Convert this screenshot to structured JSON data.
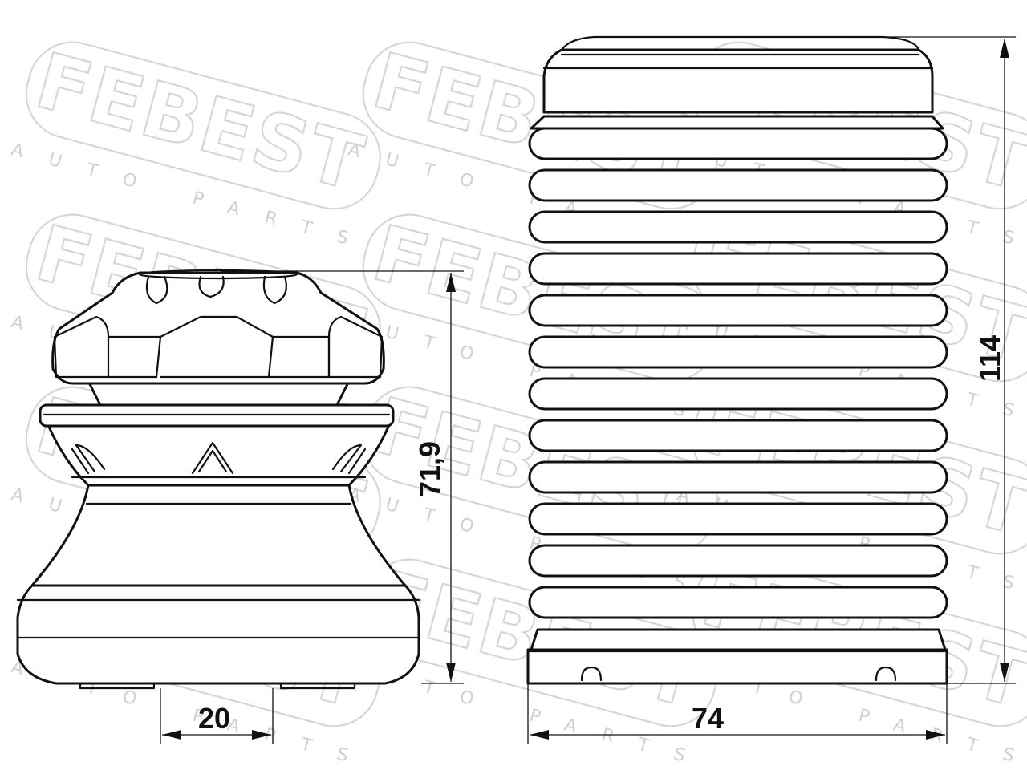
{
  "watermark": {
    "brand": "FEBEST",
    "tagline": "AUTO PARTS"
  },
  "dimensions": {
    "bump_stop_height": "71,9",
    "bump_stop_bore": "20",
    "boot_height": "114",
    "boot_width": "74"
  },
  "parts": {
    "bump_stop": "bump-stop",
    "dust_boot": "dust-boot"
  }
}
